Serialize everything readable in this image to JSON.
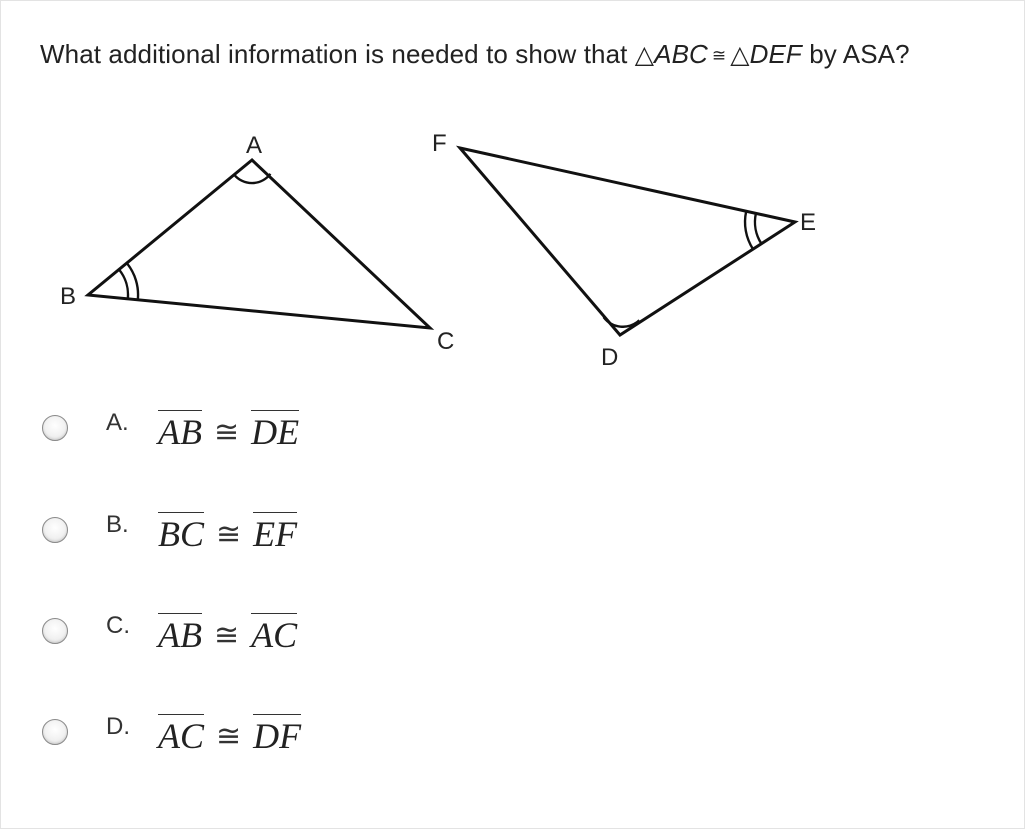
{
  "question": {
    "prefix": "What additional information is needed to show that ",
    "triangle_symbol": "△",
    "tri1": "ABC",
    "congruent_symbol": "≅",
    "tri2": "DEF",
    "suffix": " by ASA?"
  },
  "figure": {
    "triangle1_labels": {
      "a": "A",
      "b": "B",
      "c": "C"
    },
    "triangle2_labels": {
      "d": "D",
      "e": "E",
      "f": "F"
    }
  },
  "options": [
    {
      "letter": "A.",
      "left": "AB",
      "right": "DE"
    },
    {
      "letter": "B.",
      "left": "BC",
      "right": "EF"
    },
    {
      "letter": "C.",
      "left": "AB",
      "right": "AC"
    },
    {
      "letter": "D.",
      "left": "AC",
      "right": "DF"
    }
  ],
  "congruent_operator": "≅"
}
